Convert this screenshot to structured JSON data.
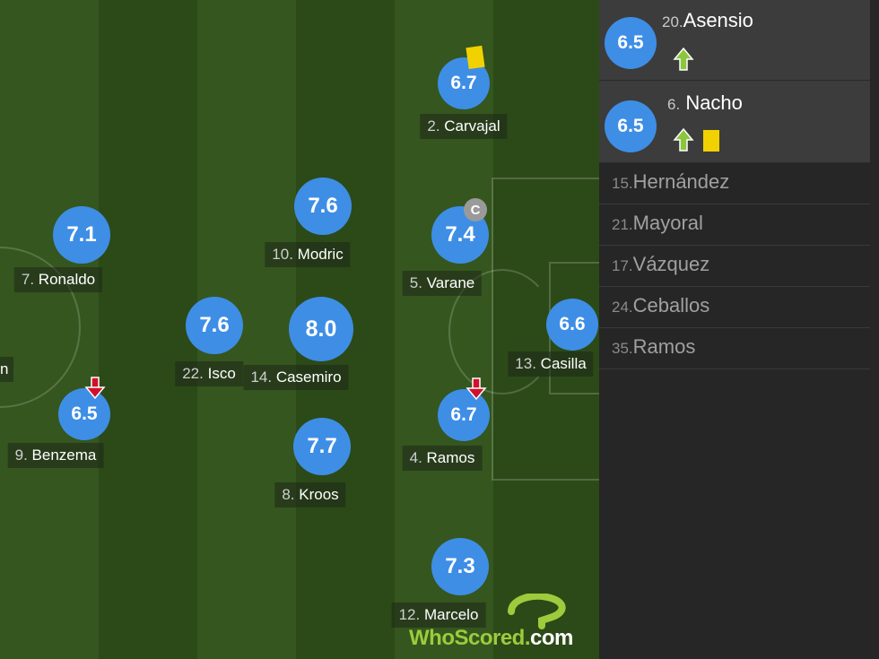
{
  "starters": [
    {
      "id": "carvajal",
      "rating": "6.7",
      "number": "2.",
      "name": "Carvajal"
    },
    {
      "id": "modric",
      "rating": "7.6",
      "number": "10.",
      "name": "Modric"
    },
    {
      "id": "varane",
      "rating": "7.4",
      "number": "5.",
      "name": "Varane"
    },
    {
      "id": "ronaldo",
      "rating": "7.1",
      "number": "7.",
      "name": "Ronaldo"
    },
    {
      "id": "isco",
      "rating": "7.6",
      "number": "22.",
      "name": "Isco"
    },
    {
      "id": "casemiro",
      "rating": "8.0",
      "number": "14.",
      "name": "Casemiro"
    },
    {
      "id": "casilla",
      "rating": "6.6",
      "number": "13.",
      "name": "Casilla"
    },
    {
      "id": "benzema",
      "rating": "6.5",
      "number": "9.",
      "name": "Benzema"
    },
    {
      "id": "ramos",
      "rating": "6.7",
      "number": "4.",
      "name": "Ramos"
    },
    {
      "id": "kroos",
      "rating": "7.7",
      "number": "8.",
      "name": "Kroos"
    },
    {
      "id": "marcelo",
      "rating": "7.3",
      "number": "12.",
      "name": "Marcelo"
    }
  ],
  "partial_label": "n",
  "captain_badge": "C",
  "substitutes_used": [
    {
      "rating": "6.5",
      "number": "20.",
      "name": "Asensio"
    },
    {
      "rating": "6.5",
      "number": "6.",
      "name": "Nacho"
    }
  ],
  "bench": [
    {
      "number": "15.",
      "name": "Hernández"
    },
    {
      "number": "21.",
      "name": "Mayoral"
    },
    {
      "number": "17.",
      "name": "Vázquez"
    },
    {
      "number": "24.",
      "name": "Ceballos"
    },
    {
      "number": "35.",
      "name": "Ramos"
    }
  ],
  "logo": {
    "main": "WhoScored",
    "dot": ".",
    "suffix": "com"
  },
  "colors": {
    "rating_bubble": "#3e8ee6",
    "pitch": "#35561e",
    "yellow_card": "#f2d100",
    "sub_off_arrow": "#d0112b",
    "sub_on_arrow": "#8cc63f"
  }
}
